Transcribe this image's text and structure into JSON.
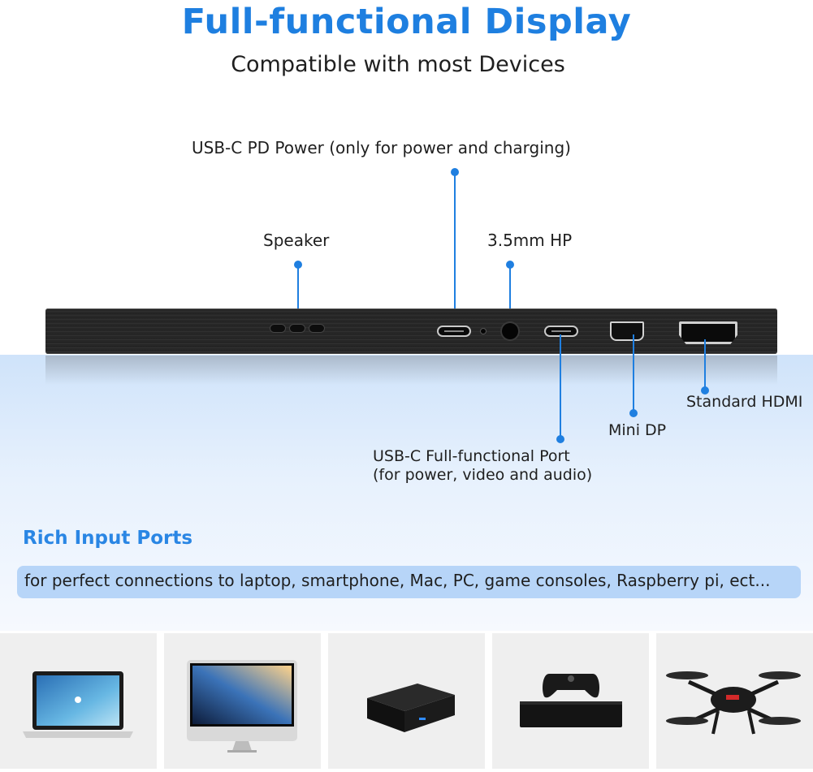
{
  "header": {
    "title": "Full-functional Display",
    "subtitle": "Compatible with most Devices"
  },
  "ports": {
    "usbc_pd": "USB-C PD Power (only for power and charging)",
    "speaker": "Speaker",
    "headphone": "3.5mm HP",
    "hdmi": "Standard HDMI",
    "mini_dp": "Mini DP",
    "usbc_full_line1": "USB-C Full-functional Port",
    "usbc_full_line2": "(for power, video and audio)"
  },
  "section": {
    "title": "Rich Input Ports",
    "banner": "for perfect connections to laptop, smartphone, Mac, PC, game consoles, Raspberry pi, ect..."
  },
  "devices": [
    {
      "icon": "laptop-icon"
    },
    {
      "icon": "desktop-computer-icon"
    },
    {
      "icon": "mini-pc-box-icon"
    },
    {
      "icon": "game-console-icon"
    },
    {
      "icon": "drone-icon"
    }
  ],
  "colors": {
    "accent": "#1e7fe0",
    "banner": "#b7d5f8",
    "tile": "#efefef"
  }
}
